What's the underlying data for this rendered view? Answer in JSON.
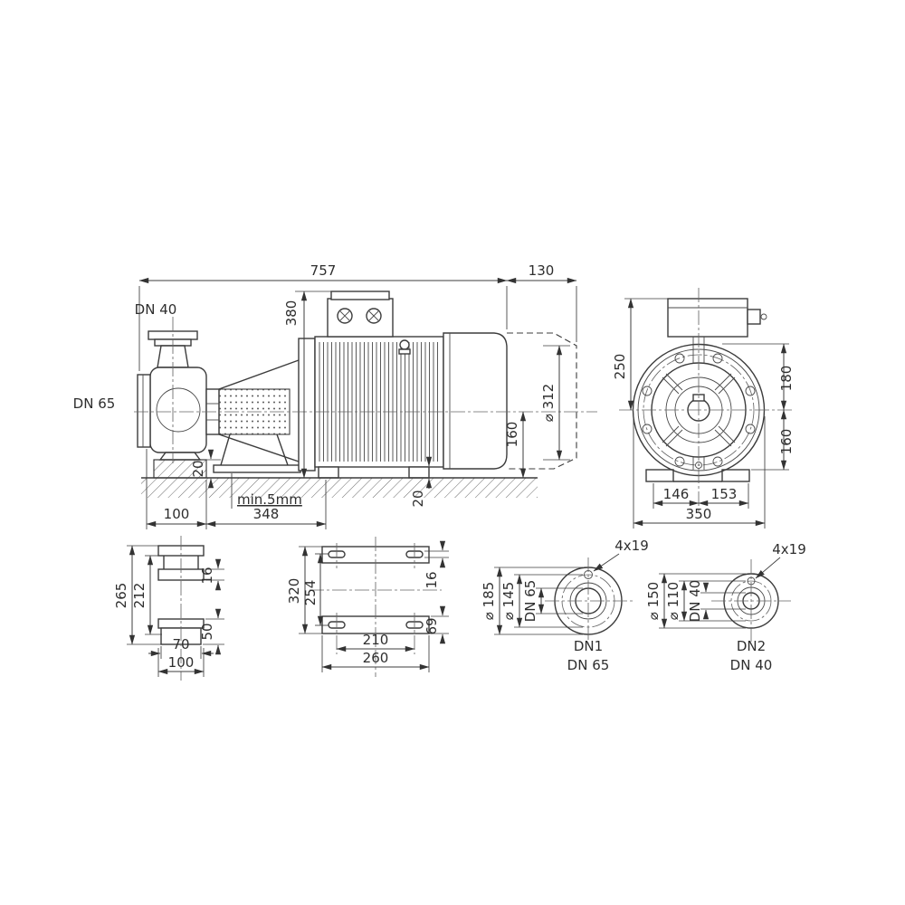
{
  "drawing": {
    "side_view": {
      "dim_total_length": "757",
      "dim_dismantling": "130",
      "dim_height_380": "380",
      "label_discharge": "DN 40",
      "label_suction": "DN 65",
      "dim_motor_diameter": "⌀ 312",
      "dim_shaft_height": "160",
      "dim_pump_shim": "20",
      "dim_min_gap": "min.5mm",
      "dim_foot_offset": "100",
      "dim_foot_span": "348",
      "dim_motor_shim": "20"
    },
    "end_view": {
      "dim_box_height": "250",
      "dim_upper": "180",
      "dim_lower": "160",
      "dim_foot_left": "146",
      "dim_foot_right": "153",
      "dim_width": "350"
    },
    "foot_view": {
      "dim_overall_height": "265",
      "dim_inner_height": "212",
      "dim_plate_thickness": "16",
      "dim_base_height": "50",
      "dim_slot_span": "70",
      "dim_base_width": "100"
    },
    "baseplate_view": {
      "dim_overall_length": "320",
      "dim_hole_span": "254",
      "dim_slot_width": "16",
      "dim_rail_width": "69",
      "dim_hole_pitch": "210",
      "dim_plate_width": "260"
    },
    "flange_dn65": {
      "holes": "4x19",
      "dim_outer": "⌀ 185",
      "dim_bolt_circle": "⌀ 145",
      "dim_bore": "DN 65",
      "label_port": "DN1",
      "label_size": "DN 65"
    },
    "flange_dn40": {
      "holes": "4x19",
      "dim_outer": "⌀ 150",
      "dim_bolt_circle": "⌀ 110",
      "dim_bore": "DN 40",
      "label_port": "DN2",
      "label_size": "DN 40"
    }
  }
}
